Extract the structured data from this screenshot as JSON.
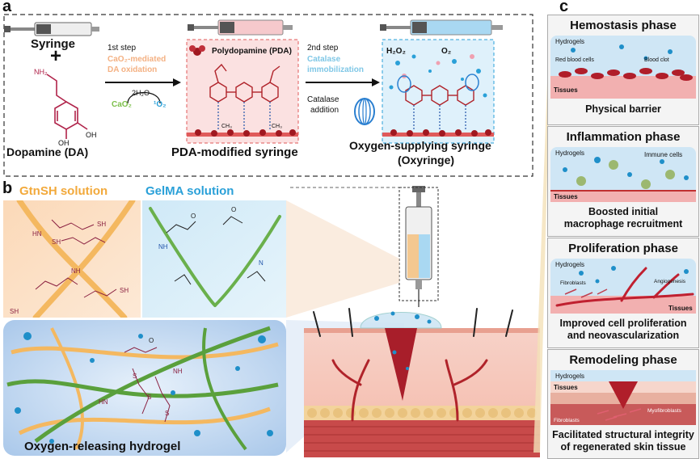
{
  "panel_a": {
    "letter": "a",
    "syringe_label": "Syringe",
    "plus": "+",
    "dopamine_label": "Dopamine (DA)",
    "step1_label": "1st step",
    "step1_desc_line1": "CaO₂-mediated",
    "step1_desc_line2": "DA oxidation",
    "h2o": "2H₂O",
    "cao2": "CaO₂",
    "o2_byproduct": "¹O₂",
    "pda_legend": "Polydopamine (PDA)",
    "pda_syringe_label": "PDA-modified syringe",
    "step2_label": "2nd step",
    "step2_desc_line1": "Catalase",
    "step2_desc_line2": "immobilization",
    "catalase_line1": "Catalase",
    "catalase_line2": "addition",
    "h2o2": "H₂O₂",
    "o2": "O₂",
    "oxy_line1": "Oxygen-supplying syringe",
    "oxy_line2": "(Oxyringe)",
    "mol_nh2": "NH₂",
    "mol_oh": "OH",
    "mol_nh": "NH",
    "mol_ch3": "CH₃"
  },
  "panel_b": {
    "letter": "b",
    "gtnsh": "GtnSH solution",
    "gelma": "GelMA solution",
    "hydrogel": "Oxygen-releasing hydrogel",
    "sh": "SH",
    "hn": "HN",
    "nh": "NH",
    "s": "S",
    "o": "O",
    "n": "N"
  },
  "panel_c": {
    "letter": "c",
    "phases": [
      {
        "title": "Hemostasis phase",
        "caption1": "Physical barrier",
        "caption2": ""
      },
      {
        "title": "Inflammation phase",
        "caption1": "Boosted initial",
        "caption2": "macrophage recruitment"
      },
      {
        "title": "Proliferation phase",
        "caption1": "Improved cell proliferation",
        "caption2": "and neovascularization"
      },
      {
        "title": "Remodeling phase",
        "caption1": "Facilitated structural integrity",
        "caption2": "of regenerated skin tissue"
      }
    ],
    "hydrogels": "Hydrogels",
    "tissues": "Tissues",
    "red_blood_cells": "Red blood cells",
    "blood_clot": "Blood clot",
    "immune_cells": "Immune cells",
    "fibroblasts": "Fibroblasts",
    "angiogenesis": "Angiogenesis",
    "myofibroblasts": "Myofibroblasts"
  },
  "colors": {
    "gtnsh": "#f2a93b",
    "gelma": "#2aa0d8",
    "step1": "#f4b183",
    "step2": "#7fc7e6",
    "cao2": "#7cbf4a",
    "pda": "#b0232a",
    "tissue": "#e08a8a",
    "hydrogel_blue": "#bfe0f3"
  }
}
